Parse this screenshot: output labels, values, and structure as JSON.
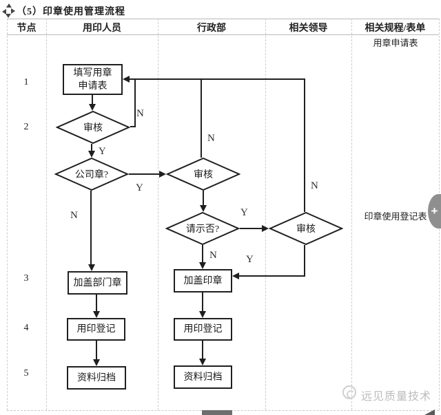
{
  "title": "（5）印章使用管理流程",
  "table": {
    "headers": [
      "节点",
      "用印人员",
      "行政部",
      "相关领导",
      "相关规程/表单"
    ]
  },
  "node_numbers": [
    "1",
    "2",
    "3",
    "4",
    "5"
  ],
  "flow": {
    "fill_form_line1": "填写用章",
    "fill_form_line2": "申请表",
    "review_user": "审核",
    "company_seal": "公司章?",
    "review_admin": "审核",
    "ask_leader": "请示否?",
    "review_leader": "审核",
    "stamp_dept": "加盖部门章",
    "stamp_seal": "加盖印章",
    "register_user": "用印登记",
    "register_admin": "用印登记",
    "archive_user": "资料归档",
    "archive_admin": "资料归档"
  },
  "branch_labels": {
    "review_user_no": "N",
    "review_user_yes": "Y",
    "company_seal_yes": "Y",
    "company_seal_no": "N",
    "review_admin_no": "N",
    "review_leader_no": "N",
    "ask_leader_yes": "Y",
    "ask_leader_no": "N",
    "review_leader_yes": "Y"
  },
  "forms": {
    "application": "用章申请表",
    "registration": "印章使用登记表"
  },
  "watermark": "远见质量技术",
  "expand_button": "+",
  "colors": {
    "flow_stroke": "#1f1f1f",
    "grid_line": "#c9c9c9",
    "watermark_gray": "#bcbcbc",
    "tab_gray": "#8f8f8f"
  }
}
